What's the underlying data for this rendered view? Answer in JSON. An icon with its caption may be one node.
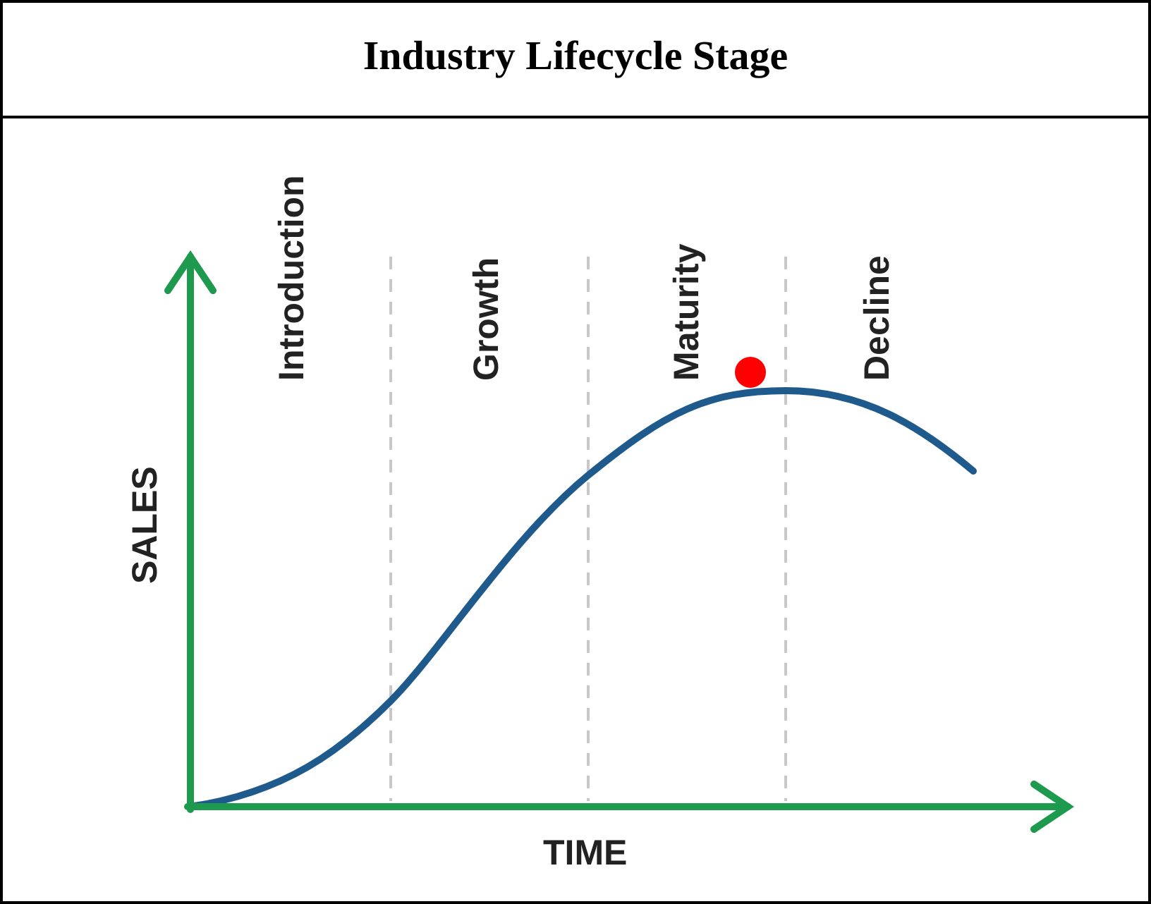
{
  "diagram": {
    "title": "Industry Lifecycle Stage",
    "labels": [
      "Introduction",
      "Growth",
      "Maturity",
      "Decline",
      "SALES",
      "TIME"
    ]
  }
}
